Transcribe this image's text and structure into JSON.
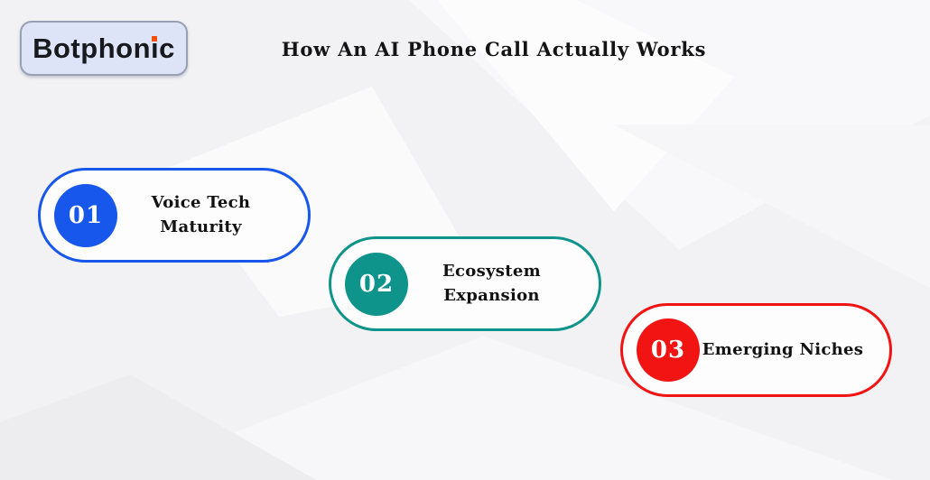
{
  "brand": {
    "name": "Botphonic",
    "text_before_i": "Botphon",
    "i_char": "ı",
    "text_after_i": "c",
    "box_color": "#dde4f8",
    "text_color": "#17191d",
    "i_dot_color": "#fb4f0c"
  },
  "title": "How An AI Phone Call Actually Works",
  "steps": [
    {
      "number": "01",
      "label_line1": "Voice Tech",
      "label_line2": "Maturity",
      "color": "#1757ec"
    },
    {
      "number": "02",
      "label_line1": "Ecosystem",
      "label_line2": "Expansion",
      "color": "#0f948c"
    },
    {
      "number": "03",
      "label_line1": "Emerging Niches",
      "label_line2": "",
      "color": "#f21313"
    }
  ]
}
